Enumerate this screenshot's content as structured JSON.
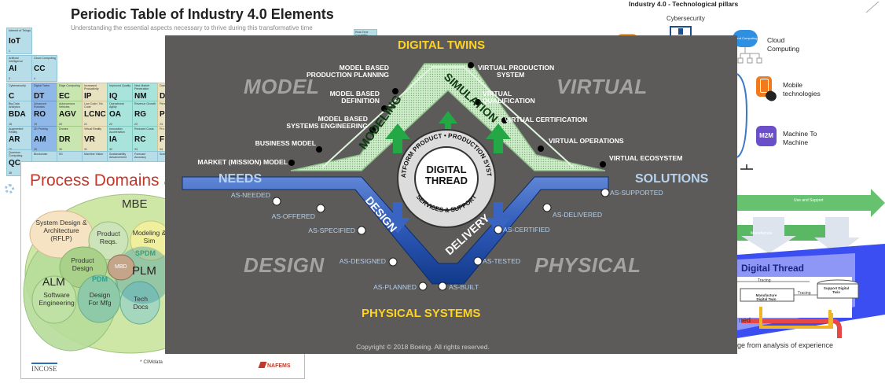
{
  "periodic_table": {
    "title": "Periodic Table of Industry 4.0 Elements",
    "subtitle": "Understanding the essential aspects necessary to thrive during this transformative time",
    "cells": [
      {
        "name": "Internet of Things",
        "symbol": "IoT",
        "num": "1"
      },
      {
        "name": "Artificial Intelligence",
        "symbol": "AI",
        "num": "3"
      },
      {
        "name": "Cloud Computing",
        "symbol": "CC",
        "num": "4"
      },
      {
        "name": "Cybersecurity",
        "symbol": "C",
        "num": "11"
      },
      {
        "name": "Digital Twins",
        "symbol": "DT",
        "num": "12"
      },
      {
        "name": "Edge Computing",
        "symbol": "EC",
        "num": "13"
      },
      {
        "name": "Increased Productivity",
        "symbol": "IP",
        "num": "14"
      },
      {
        "name": "Improved Quality",
        "symbol": "IQ",
        "num": "15"
      },
      {
        "name": "New Market Penetration",
        "symbol": "NM",
        "num": "16"
      },
      {
        "name": "Data Driven Dec.",
        "symbol": "D",
        "num": "17"
      },
      {
        "name": "Big Data Analytics",
        "symbol": "BDA",
        "num": "18"
      },
      {
        "name": "Advanced Robotics",
        "symbol": "RO",
        "num": "19"
      },
      {
        "name": "Autonomous Vehicles",
        "symbol": "AGV",
        "num": "20"
      },
      {
        "name": "Low Code / No Code",
        "symbol": "LCNC",
        "num": "21"
      },
      {
        "name": "Operational Agility",
        "symbol": "OA",
        "num": "22"
      },
      {
        "name": "Revenue Growth",
        "symbol": "RG",
        "num": "23"
      },
      {
        "name": "Personal. Experi.",
        "symbol": "P",
        "num": "24"
      },
      {
        "name": "Augmented Reality",
        "symbol": "AR",
        "num": "28"
      },
      {
        "name": "3D Printing",
        "symbol": "AM",
        "num": "29"
      },
      {
        "name": "Drones",
        "symbol": "DR",
        "num": "30"
      },
      {
        "name": "Virtual Reality",
        "symbol": "VR",
        "num": "31"
      },
      {
        "name": "Innovation Acceleration",
        "symbol": "IA",
        "num": "32"
      },
      {
        "name": "Reduced Costs",
        "symbol": "RC",
        "num": "33"
      },
      {
        "name": "Pro. Compl.",
        "symbol": "F",
        "num": "34"
      },
      {
        "name": "Quantum Computing",
        "symbol": "QC",
        "num": "38"
      },
      {
        "name": "Blockchain",
        "symbol": "",
        "num": ""
      },
      {
        "name": "5G",
        "symbol": "",
        "num": ""
      },
      {
        "name": "Machine Vision",
        "symbol": "",
        "num": ""
      },
      {
        "name": "Sustainability Advancement",
        "symbol": "",
        "num": ""
      },
      {
        "name": "Forecast Accuracy",
        "symbol": "",
        "num": ""
      },
      {
        "name": "Sustain.",
        "symbol": "",
        "num": ""
      },
      {
        "name": "Real-Time Capability",
        "symbol": "",
        "num": ""
      }
    ]
  },
  "process_domains": {
    "title": "Process Domains and",
    "mbe": "MBE",
    "system_design": "System Design & Architecture (RFLP)",
    "product_reqs": "Product Reqs.",
    "modeling_sim": "Modeling & Sim",
    "spdm": "SPDM",
    "product_design": "Product Design",
    "mbd": "MBD",
    "plm": "PLM",
    "pdm": "PDM",
    "alm": "ALM",
    "software_eng": "Software Engineering",
    "design_mfg": "Design For Mfg",
    "tech_docs": "Tech Docs",
    "incose": "INCOSE",
    "cimdata": "* CIMdata",
    "nafems": "NAFEMS"
  },
  "right_panel": {
    "title": "Industry 4.0 - Technological pillars",
    "cybersecurity": "Cybersecurity",
    "cloud": "Cloud Computing",
    "cloud_icon": "Cloud Computing",
    "mobile": "Mobile technologies",
    "m2m": "Machine To Machine",
    "m2m_icon": "M2M",
    "use_support": "Use and Support",
    "manufacture": "Manufacture",
    "digital_thread": "Digital Thread",
    "tracing1": "Tracing",
    "tracing2": "Tracing",
    "manufacture_twin": "Manufacture Digital Twin",
    "support_twin": "Support Digital Twin",
    "ned": "ned",
    "experience": "ge from analysis of experience",
    "colors": {
      "arrow": "#67c26f",
      "thread_fill": "#3a4ef2",
      "line_red": "#e84747",
      "line_yellow": "#f0b429"
    }
  },
  "digital_thread_diagram": {
    "digital_twins": "DIGITAL TWINS",
    "physical_systems": "PHYSICAL SYSTEMS",
    "model": "MODEL",
    "virtual": "VIRTUAL",
    "design": "DESIGN",
    "physical": "PHYSICAL",
    "needs": "NEEDS",
    "solutions": "SOLUTIONS",
    "modeling": "MODELING",
    "simulation": "SIMULATION",
    "design_arm": "DESIGN",
    "delivery_arm": "DELIVERY",
    "center": [
      "DIGITAL",
      "THREAD"
    ],
    "ring_top": "PLATFORM PRODUCT • PRODUCTION SYSTEM",
    "ring_bottom": "SERVICES & SUPPORT",
    "labels_upper_left": [
      [
        "MODEL BASED",
        "PRODUCTION PLANNING"
      ],
      [
        "MODEL BASED",
        "DEFINITION"
      ],
      [
        "MODEL BASED",
        "SYSTEMS ENGINEERING"
      ],
      [
        "BUSINESS MODEL"
      ],
      [
        "MARKET (MISSION) MODEL"
      ]
    ],
    "labels_upper_right": [
      [
        "VIRTUAL PRODUCTION",
        "SYSTEM"
      ],
      [
        "VIRTUAL",
        "QUALIFICATION"
      ],
      [
        "VIRTUAL CERTIFICATION"
      ],
      [
        "VIRTUAL OPERATIONS"
      ],
      [
        "VIRTUAL ECOSYSTEM"
      ]
    ],
    "labels_lower_left": [
      "AS-NEEDED",
      "AS-OFFERED",
      "AS-SPECIFIED",
      "AS-DESIGNED",
      "AS-PLANNED"
    ],
    "labels_lower_right": [
      "AS-SUPPORTED",
      "AS-DELIVERED",
      "AS-CERTIFIED",
      "AS-TESTED",
      "AS-BUILT"
    ],
    "copyright": "Copyright © 2018 Boeing. All rights reserved.",
    "colors": {
      "background": "#5c5b5a",
      "twins_arm": "#c7e8c4",
      "physical_arm": "#2b57b4",
      "headline": "#ffd21f",
      "needs_text": "#b7d3ee",
      "arrows": "#23a845"
    }
  }
}
